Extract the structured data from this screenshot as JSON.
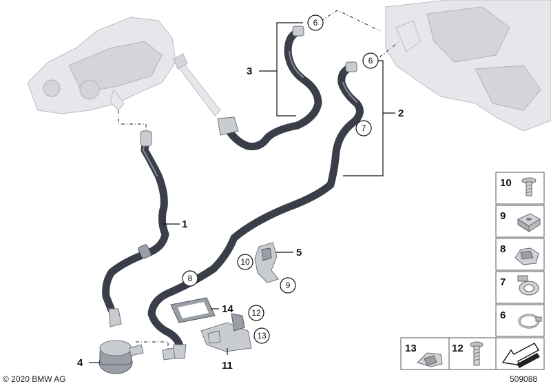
{
  "labels": {
    "hose_1": "1",
    "hose_2": "2",
    "hose_3": "3",
    "pump_4": "4",
    "clip_5": "5",
    "sealing_14": "14",
    "bracket_11": "11"
  },
  "circled": {
    "c6a": "6",
    "c6b": "6",
    "c7": "7",
    "c8": "8",
    "c9": "9",
    "c10": "10",
    "c12": "12",
    "c13": "13"
  },
  "legend": {
    "item_10": "10",
    "item_9": "9",
    "item_8": "8",
    "item_7": "7",
    "item_6": "6",
    "item_13": "13",
    "item_12": "12"
  },
  "footer": {
    "copyright": "© 2020 BMW AG",
    "diagram_number": "509088"
  },
  "colors": {
    "hose": "#3a3e48",
    "ghost_part": "#e6e7ea",
    "line": "#111111"
  },
  "icons": {
    "item_10": "screw-icon",
    "item_9": "nut-icon",
    "item_8": "clip-icon",
    "item_7": "hose-clamp-icon",
    "item_6": "spring-clamp-icon",
    "item_13": "spring-nut-icon",
    "item_12": "bolt-icon",
    "direction": "front-arrow-icon"
  }
}
